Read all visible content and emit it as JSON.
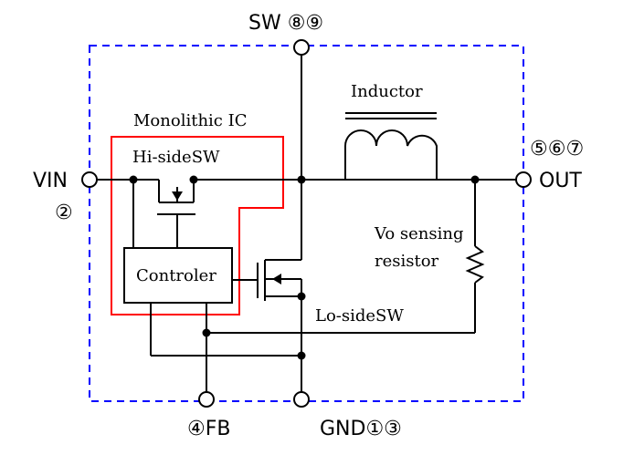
{
  "pins": {
    "sw": "SW ⑧⑨",
    "vin": "VIN",
    "vin_num": "②",
    "out_num": "⑤⑥⑦",
    "out": "OUT",
    "fb": "④FB",
    "gnd": "GND①③"
  },
  "labels": {
    "monolithic": "Monolithic IC",
    "hiside": "Hi-sideSW",
    "controller": "Controler",
    "inductor": "Inductor",
    "vo_sensing_1": "Vo sensing",
    "vo_sensing_2": "resistor",
    "loside": "Lo-sideSW"
  },
  "colors": {
    "package_border": "#0000ff",
    "ic_border": "#ff0000",
    "wire": "#000000"
  }
}
